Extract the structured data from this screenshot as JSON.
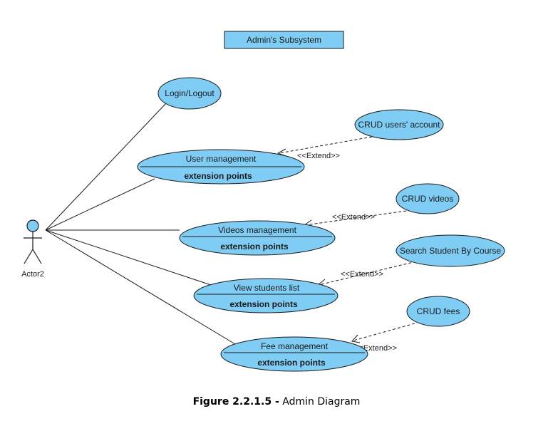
{
  "diagram": {
    "system_title": "Admin's Subsystem",
    "actor": {
      "label": "Actor2"
    },
    "use_cases": {
      "login": {
        "label": "Login/Logout"
      },
      "user_management": {
        "label": "User management",
        "extension_label": "extension points"
      },
      "videos_management": {
        "label": "Videos management",
        "extension_label": "extension points"
      },
      "view_students": {
        "label": "View students list",
        "extension_label": "extension points"
      },
      "fee_management": {
        "label": "Fee management",
        "extension_label": "extension points"
      },
      "crud_users": {
        "label": "CRUD users' account"
      },
      "crud_videos": {
        "label": "CRUD videos"
      },
      "search_student": {
        "label": "Search Student By Course"
      },
      "crud_fees": {
        "label": "CRUD fees"
      }
    },
    "extend_labels": {
      "users": "<<Extend>>",
      "videos": "<<Extend>>",
      "students": "<<Extend>>",
      "fees": "<<Extend>>"
    },
    "colors": {
      "use_case_fill": "#7fcdf4",
      "title_box_fill": "#7fcdf4"
    }
  },
  "caption": {
    "figure_label": "Figure  2.2.1.5 -",
    "text": " Admin Diagram"
  }
}
